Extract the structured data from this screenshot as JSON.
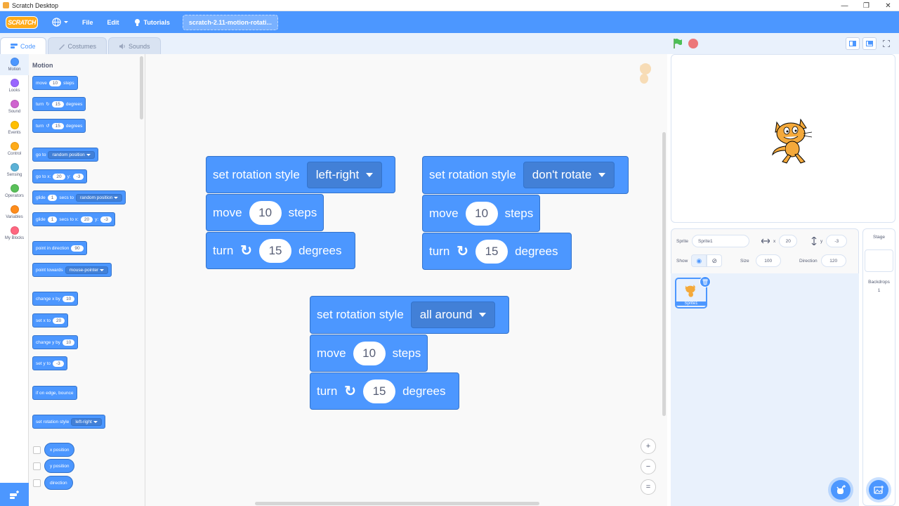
{
  "window": {
    "title": "Scratch Desktop",
    "controls": [
      "—",
      "❐",
      "✕"
    ]
  },
  "menubar": {
    "logo": "SCRATCH",
    "file": "File",
    "edit": "Edit",
    "tutorials": "Tutorials",
    "project_title": "scratch-2.11-motion-rotati..."
  },
  "tabs": {
    "code": "Code",
    "costumes": "Costumes",
    "sounds": "Sounds"
  },
  "categories": [
    {
      "label": "Motion",
      "color": "#4c97ff"
    },
    {
      "label": "Looks",
      "color": "#9966ff"
    },
    {
      "label": "Sound",
      "color": "#cf63cf"
    },
    {
      "label": "Events",
      "color": "#ffbf00"
    },
    {
      "label": "Control",
      "color": "#ffab19"
    },
    {
      "label": "Sensing",
      "color": "#5cb1d6"
    },
    {
      "label": "Operators",
      "color": "#59c059"
    },
    {
      "label": "Variables",
      "color": "#ff8c1a"
    },
    {
      "label": "My Blocks",
      "color": "#ff6680"
    }
  ],
  "palette": {
    "title": "Motion",
    "move": {
      "pre": "move",
      "val": "10",
      "post": "steps"
    },
    "turn_cw": {
      "pre": "turn",
      "val": "15",
      "post": "degrees"
    },
    "turn_ccw": {
      "pre": "turn",
      "val": "15",
      "post": "degrees"
    },
    "goto": {
      "pre": "go to",
      "dd": "random position"
    },
    "gotoxy": {
      "pre": "go to x:",
      "x": "20",
      "ylbl": "y:",
      "y": "-3"
    },
    "glide": {
      "pre": "glide",
      "val": "1",
      "mid": "secs to",
      "dd": "random position"
    },
    "glidexy": {
      "pre": "glide",
      "val": "1",
      "mid": "secs to x:",
      "x": "20",
      "ylbl": "y:",
      "y": "-3"
    },
    "point_dir": {
      "pre": "point in direction",
      "val": "90"
    },
    "point_towards": {
      "pre": "point towards",
      "dd": "mouse-pointer"
    },
    "change_x": {
      "pre": "change x by",
      "val": "10"
    },
    "set_x": {
      "pre": "set x to",
      "val": "20"
    },
    "change_y": {
      "pre": "change y by",
      "val": "10"
    },
    "set_y": {
      "pre": "set y to",
      "val": "-3"
    },
    "bounce": "if on edge, bounce",
    "set_rot": {
      "pre": "set rotation style",
      "dd": "left-right"
    },
    "x_position": "x position",
    "y_position": "y position",
    "direction": "direction"
  },
  "scripts": [
    {
      "rot_label": "set rotation style",
      "rot_value": "left-right",
      "move_pre": "move",
      "move_val": "10",
      "move_post": "steps",
      "turn_pre": "turn",
      "turn_val": "15",
      "turn_post": "degrees"
    },
    {
      "rot_label": "set rotation style",
      "rot_value": "don't rotate",
      "move_pre": "move",
      "move_val": "10",
      "move_post": "steps",
      "turn_pre": "turn",
      "turn_val": "15",
      "turn_post": "degrees"
    },
    {
      "rot_label": "set rotation style",
      "rot_value": "all around",
      "move_pre": "move",
      "move_val": "10",
      "move_post": "steps",
      "turn_pre": "turn",
      "turn_val": "15",
      "turn_post": "degrees"
    }
  ],
  "zoom": {
    "in": "+",
    "out": "−",
    "reset": "="
  },
  "sprite_info": {
    "sprite_label": "Sprite",
    "sprite_name": "Sprite1",
    "x_label": "x",
    "x_value": "20",
    "y_label": "y",
    "y_value": "-3",
    "show_label": "Show",
    "size_label": "Size",
    "size_value": "100",
    "direction_label": "Direction",
    "direction_value": "120"
  },
  "sprite_list": [
    {
      "name": "Sprite1"
    }
  ],
  "stage_panel": {
    "title": "Stage",
    "backdrops_label": "Backdrops",
    "backdrops_count": "1"
  },
  "colors": {
    "accent": "#4c97ff",
    "motion": "#4c97ff",
    "motion_border": "#3373cc",
    "menubar": "#4c97ff"
  }
}
